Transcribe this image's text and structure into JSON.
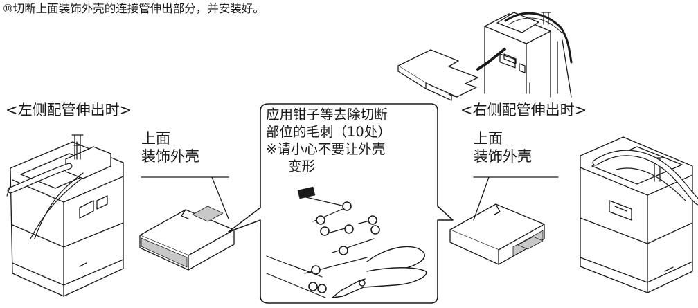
{
  "step": "⑩切断上面装饰外壳的连接管伸出部分，并安装好。",
  "left_header": "<左侧配管伸出时>",
  "right_header": "<右侧配管伸出时>",
  "left_label": {
    "line1": "上面",
    "line2": "装饰外壳"
  },
  "right_label": {
    "line1": "上面",
    "line2": "装饰外壳"
  },
  "callout": {
    "lines": [
      "应用钳子等去除切断",
      "部位的毛刺（10处）",
      "※请小心不要让外壳",
      "变形"
    ],
    "burr_marks": 10
  },
  "colors": {
    "line": "#1a1a1a",
    "shade": "#c8c8c8"
  }
}
